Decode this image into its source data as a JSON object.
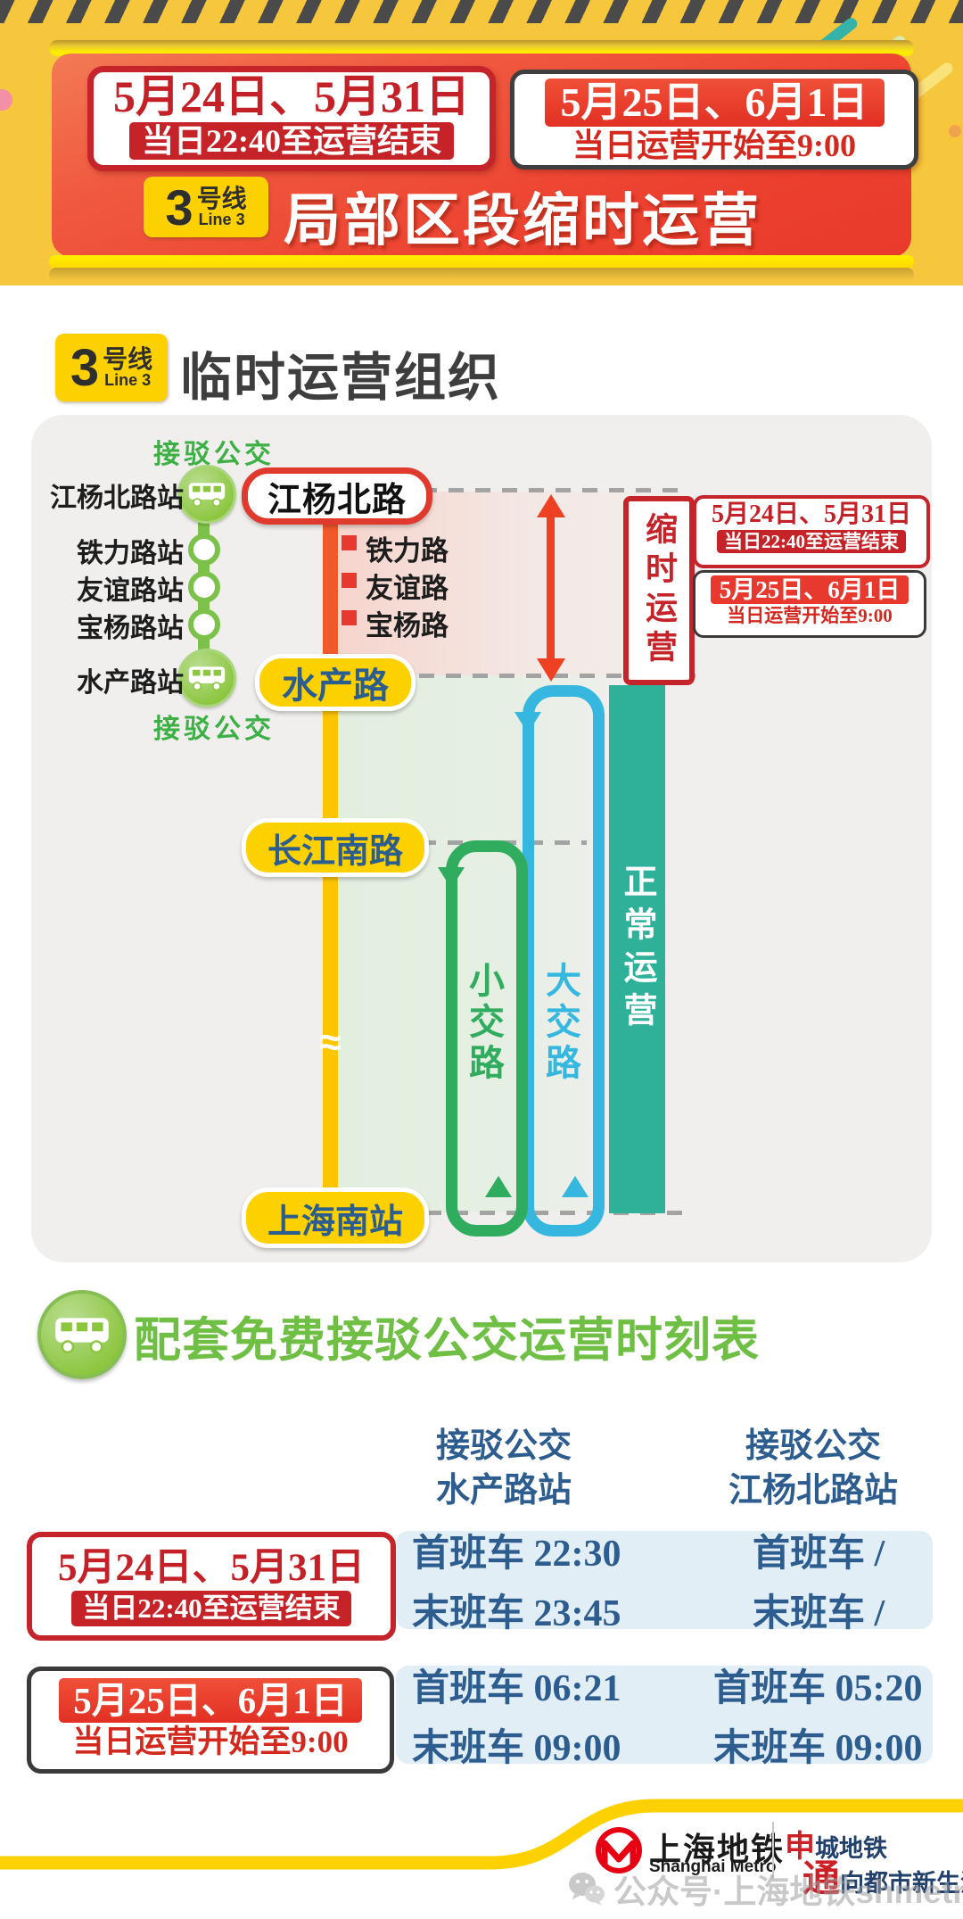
{
  "header": {
    "box_a": {
      "date": "5月24日、5月31日",
      "time": "当日22:40至运营结束"
    },
    "box_b": {
      "date": "5月25日、6月1日",
      "time": "当日运营开始至9:00"
    },
    "line_badge": {
      "number": "3",
      "suffix": "号线",
      "english": "Line 3"
    },
    "title": "局部区段缩时运营"
  },
  "section": {
    "title": "临时运营组织"
  },
  "diagram": {
    "feeder_top": "接驳公交",
    "feeder_bottom": "接驳公交",
    "left_stations": [
      "江杨北路站",
      "铁力路站",
      "友谊路站",
      "宝杨路站",
      "水产路站"
    ],
    "terminus": "江杨北路",
    "mid_stations": [
      "铁力路",
      "友谊路",
      "宝杨路"
    ],
    "station_shuichan": "水产路",
    "station_changjiang": "长江南路",
    "station_shanghainan": "上海南站",
    "curtailed_label": "缩时运营",
    "note_a": {
      "date": "5月24日、5月31日",
      "time": "当日22:40至运营结束"
    },
    "note_b": {
      "date": "5月25日、6月1日",
      "time": "当日运营开始至9:00"
    },
    "small_loop": "小交路",
    "big_loop": "大交路",
    "normal_label": "正常运营"
  },
  "schedule": {
    "title": "配套免费接驳公交运营时刻表",
    "columns": [
      [
        "接驳公交",
        "水产路站"
      ],
      [
        "接驳公交",
        "江杨北路站"
      ]
    ],
    "rows": [
      {
        "date": "5月24日、5月31日",
        "time": "当日22:40至运营结束",
        "shuichan": [
          "首班车 22:30",
          "末班车 23:45"
        ],
        "jiangyang": [
          "首班车 /",
          "末班车 /"
        ]
      },
      {
        "date": "5月25日、6月1日",
        "time": "当日运营开始至9:00",
        "shuichan": [
          "首班车 06:21",
          "末班车 09:00"
        ],
        "jiangyang": [
          "首班车 05:20",
          "末班车 09:00"
        ]
      }
    ]
  },
  "footer": {
    "logo_cn": "上海地铁",
    "logo_en": "Shanghai Metro",
    "slogan1_red": "申",
    "slogan1_rest": "城地铁",
    "slogan2_red": "通",
    "slogan2_rest": "向都市新生活",
    "watermark": "公众号·上海地铁shmetro"
  },
  "colors": {
    "page_yellow": "#f6c63d",
    "panel_red": "#ec4130",
    "accent_red": "#c5242b",
    "line_orange": "#f1592b",
    "line_yellow": "#fdc500",
    "pill_text_navy": "#2b5d8e",
    "bus_green": "#7cc24a",
    "loop_green": "#2fac5e",
    "loop_cyan": "#35b7e0",
    "normal_teal": "#2fb099",
    "table_navy": "#2d5c8f",
    "table_blue_bg": "#e2eef6",
    "title_green": "#6fbf44",
    "logo_red": "#e60012"
  }
}
